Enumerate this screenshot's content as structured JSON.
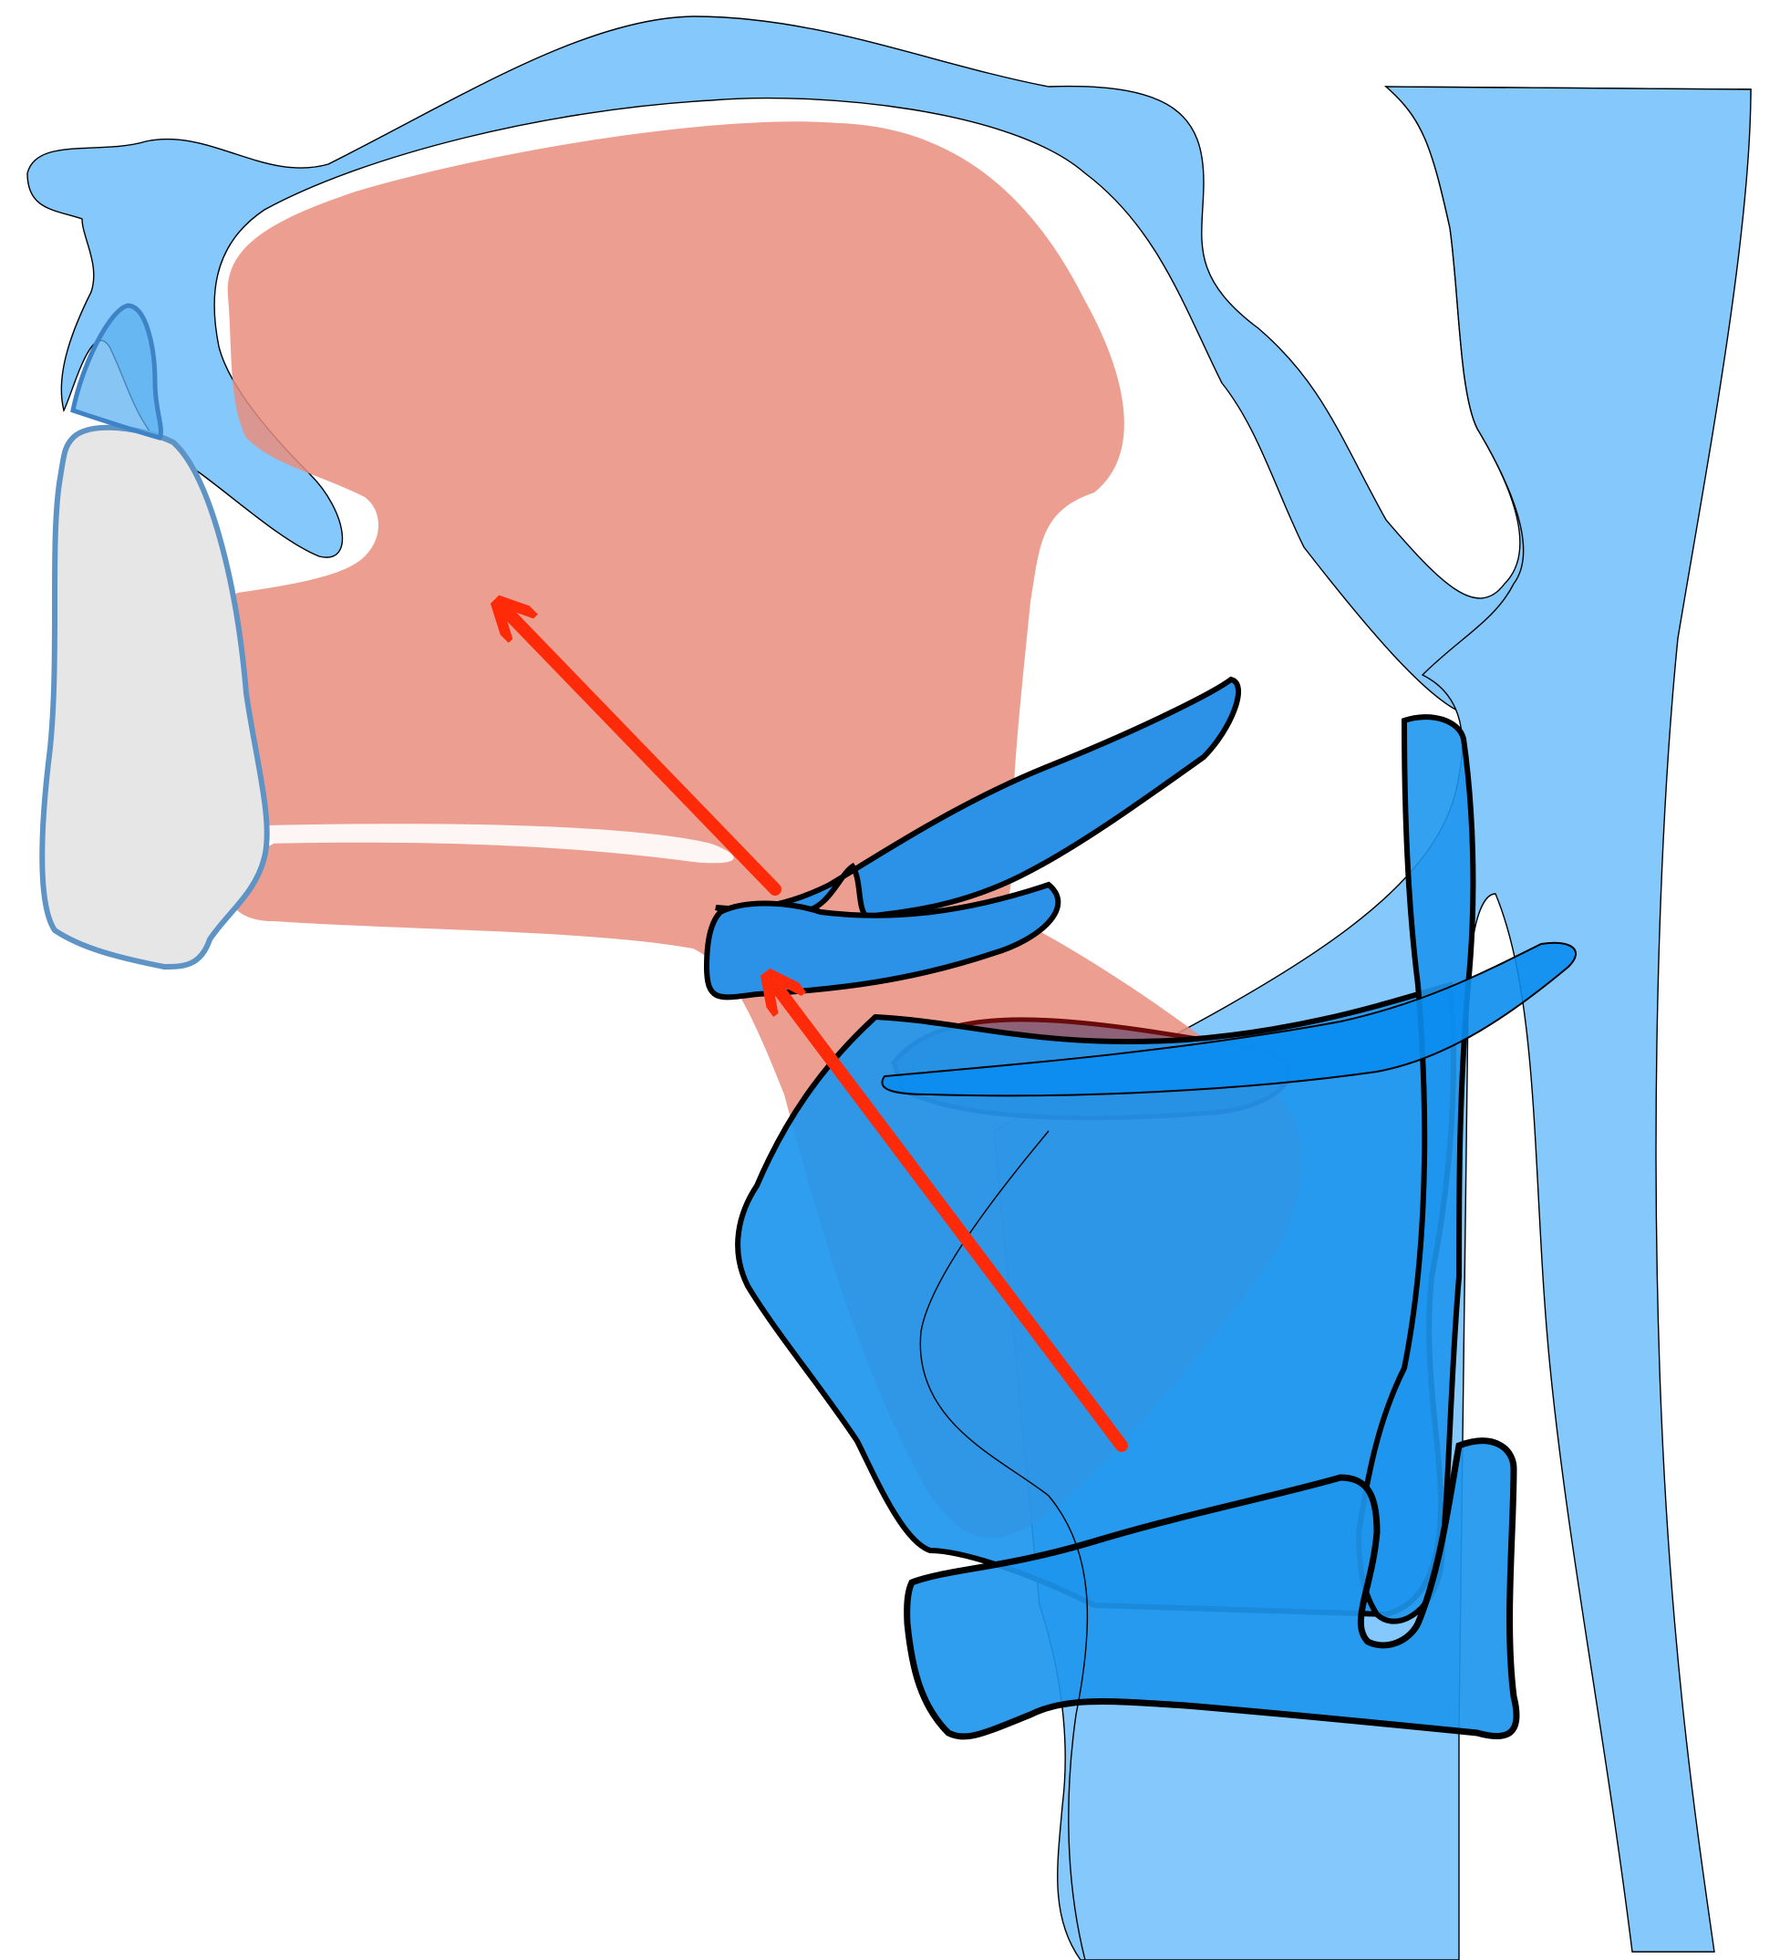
{
  "diagram": {
    "kind": "sagittal-section-vocal-tract",
    "labels": [],
    "colors": {
      "airway_light_blue": "#85C8FB",
      "cartilage_blue": "#1E96EE",
      "tongue_salmon": "#E98E7E",
      "tongue_overlap_purple": "#7E4E6E",
      "jaw_grey": "#E6E6E6",
      "jaw_outline": "#5E93C6",
      "arrow_red": "#FF2A08",
      "outline_black": "#000000"
    },
    "arrows": [
      {
        "name": "tongue-upward-forward-arrow",
        "direction": "up-left"
      },
      {
        "name": "larynx-upward-forward-arrow",
        "direction": "up-left"
      }
    ]
  }
}
